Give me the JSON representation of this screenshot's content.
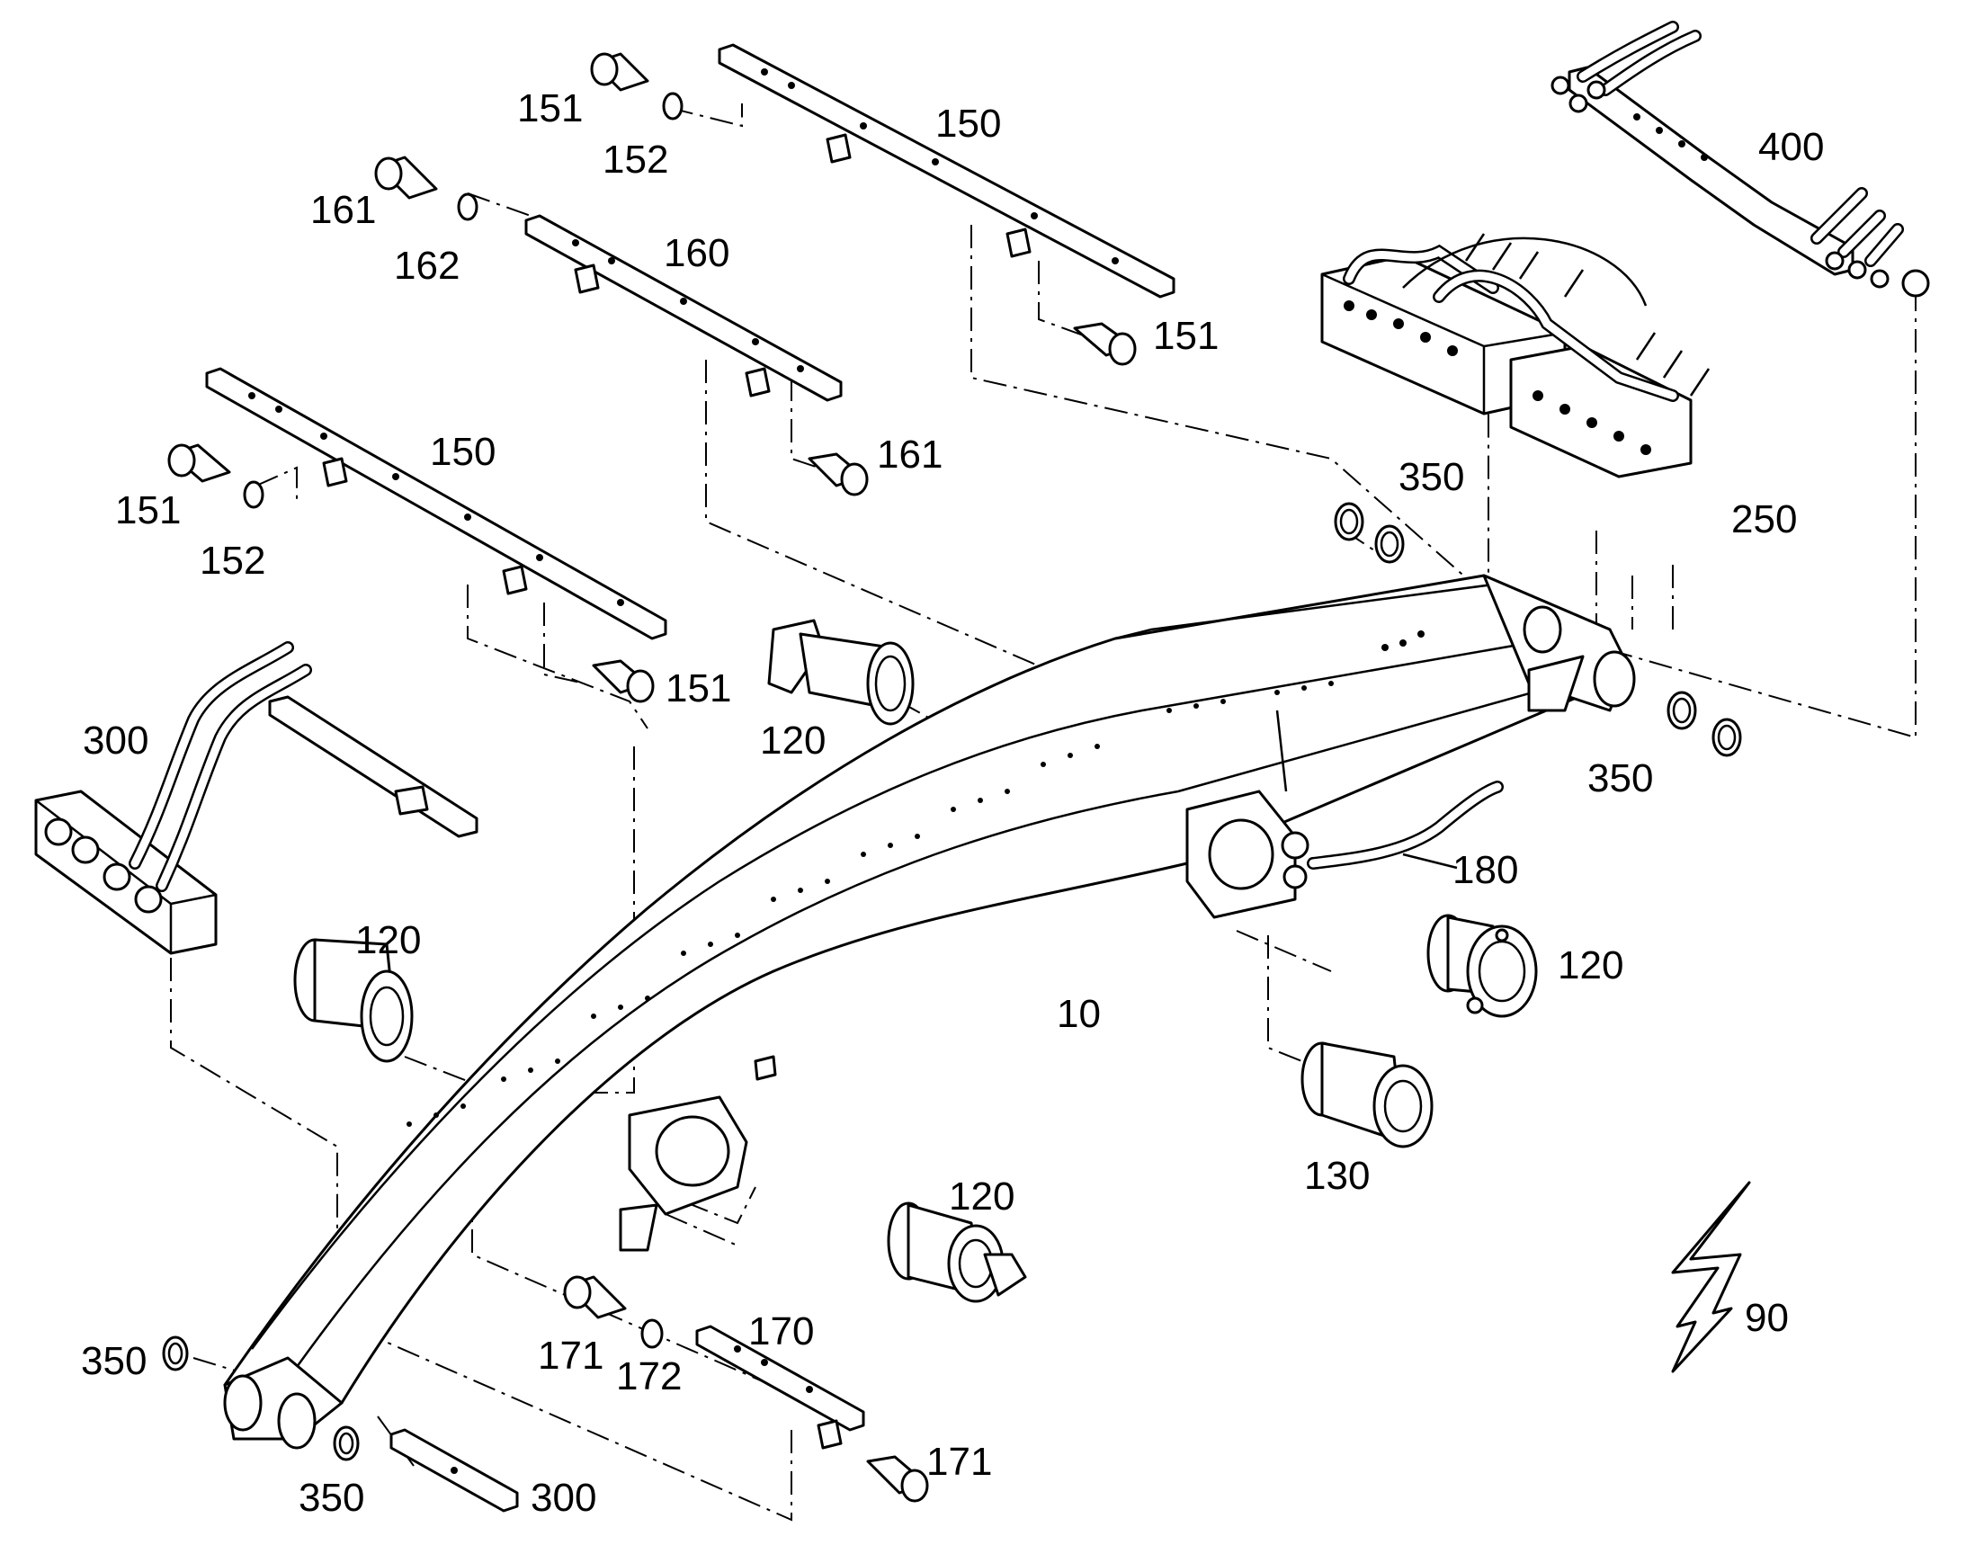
{
  "diagram": {
    "labels": [
      {
        "id": "l151a",
        "text": "151"
      },
      {
        "id": "l152a",
        "text": "152"
      },
      {
        "id": "l150a",
        "text": "150"
      },
      {
        "id": "l161a",
        "text": "161"
      },
      {
        "id": "l162",
        "text": "162"
      },
      {
        "id": "l160",
        "text": "160"
      },
      {
        "id": "l151b",
        "text": "151"
      },
      {
        "id": "l161b",
        "text": "161"
      },
      {
        "id": "l150b",
        "text": "150"
      },
      {
        "id": "l151c",
        "text": "151"
      },
      {
        "id": "l152b",
        "text": "152"
      },
      {
        "id": "l151d",
        "text": "151"
      },
      {
        "id": "l400",
        "text": "400"
      },
      {
        "id": "l350a",
        "text": "350"
      },
      {
        "id": "l250",
        "text": "250"
      },
      {
        "id": "l350b",
        "text": "350"
      },
      {
        "id": "l300a",
        "text": "300"
      },
      {
        "id": "l120a",
        "text": "120"
      },
      {
        "id": "l180",
        "text": "180"
      },
      {
        "id": "l120b",
        "text": "120"
      },
      {
        "id": "l120c",
        "text": "120"
      },
      {
        "id": "l10",
        "text": "10"
      },
      {
        "id": "l130",
        "text": "130"
      },
      {
        "id": "l120d",
        "text": "120"
      },
      {
        "id": "l90",
        "text": "90"
      },
      {
        "id": "l350c",
        "text": "350"
      },
      {
        "id": "l171a",
        "text": "171"
      },
      {
        "id": "l172",
        "text": "172"
      },
      {
        "id": "l170",
        "text": "170"
      },
      {
        "id": "l171b",
        "text": "171"
      },
      {
        "id": "l350d",
        "text": "350"
      },
      {
        "id": "l300b",
        "text": "300"
      }
    ]
  }
}
